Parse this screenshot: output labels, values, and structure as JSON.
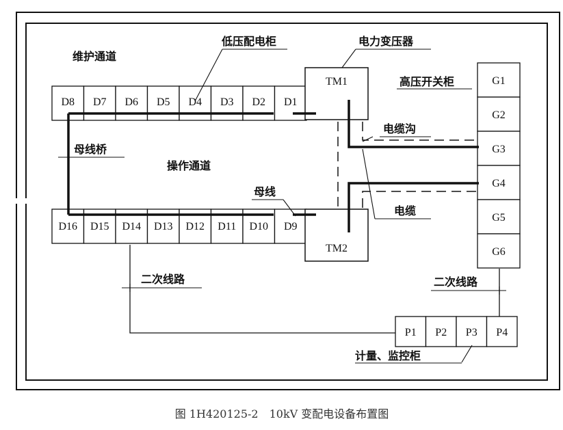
{
  "labels": {
    "maintenance_aisle": "维护通道",
    "low_voltage_cabinet": "低压配电柜",
    "power_transformer": "电力变压器",
    "high_voltage_switchgear": "高压开关柜",
    "cable_trench": "电缆沟",
    "busbar_bridge": "母线桥",
    "operation_aisle": "操作通道",
    "busbar": "母线",
    "cable": "电缆",
    "secondary_circuit_left": "二次线路",
    "secondary_circuit_right": "二次线路",
    "metering_monitoring_cabinet": "计量、监控柜"
  },
  "top_row": [
    "D8",
    "D7",
    "D6",
    "D5",
    "D4",
    "D3",
    "D2",
    "D1"
  ],
  "bottom_row": [
    "D16",
    "D15",
    "D14",
    "D13",
    "D12",
    "D11",
    "D10",
    "D9"
  ],
  "transformers": [
    "TM1",
    "TM2"
  ],
  "hv_cabinets": [
    "G1",
    "G2",
    "G3",
    "G4",
    "G5",
    "G6"
  ],
  "metering_cabinets": [
    "P1",
    "P2",
    "P3",
    "P4"
  ],
  "caption": "图 1H420125-2　10kV 变配电设备布置图"
}
